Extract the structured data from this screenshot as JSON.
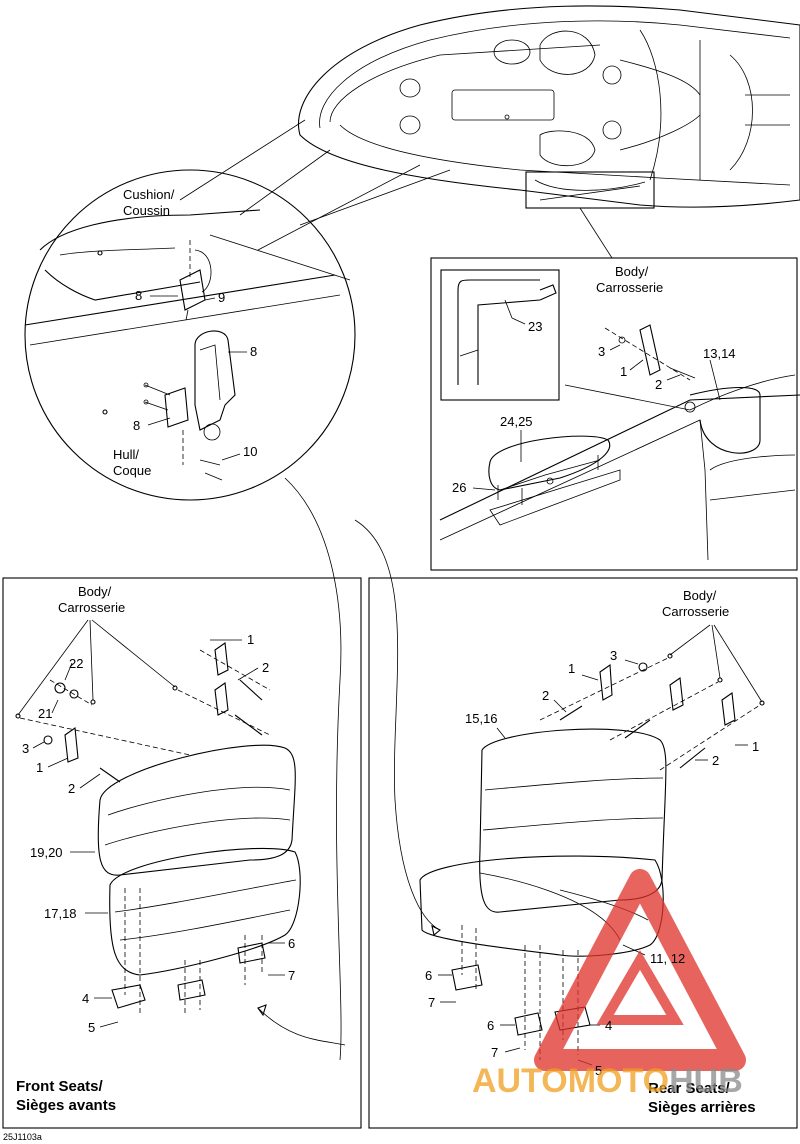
{
  "figure_code": "25J1103a",
  "detail_labels": {
    "cushion": "Cushion/\nCoussin",
    "hull": "Hull/\nCoque",
    "body_detail": "Body/\nCarrosserie",
    "body_front": "Body/\nCarrosserie",
    "body_rear": "Body/\nCarrosserie"
  },
  "titles": {
    "front": "Front Seats/\nSièges avants",
    "rear": "Rear Seats/\nSièges arrières"
  },
  "callouts": {
    "circle": [
      "8",
      "9",
      "8",
      "8",
      "10"
    ],
    "body_box": [
      "23",
      "3",
      "1",
      "2",
      "13,14",
      "24,25",
      "26"
    ],
    "front": [
      "1",
      "2",
      "1",
      "2",
      "22",
      "21",
      "3",
      "1",
      "2",
      "19,20",
      "17,18",
      "6",
      "7",
      "4",
      "5"
    ],
    "rear": [
      "3",
      "1",
      "2",
      "1",
      "2",
      "15,16",
      "11, 12",
      "6",
      "7",
      "6",
      "7",
      "4",
      "5"
    ]
  },
  "watermark": {
    "part1": "AUTO",
    "part2": "MOTO",
    "part3": "HUB",
    "color_orange": "#f0a020",
    "color_red": "#e03028",
    "color_grey": "#8a8a8a"
  }
}
